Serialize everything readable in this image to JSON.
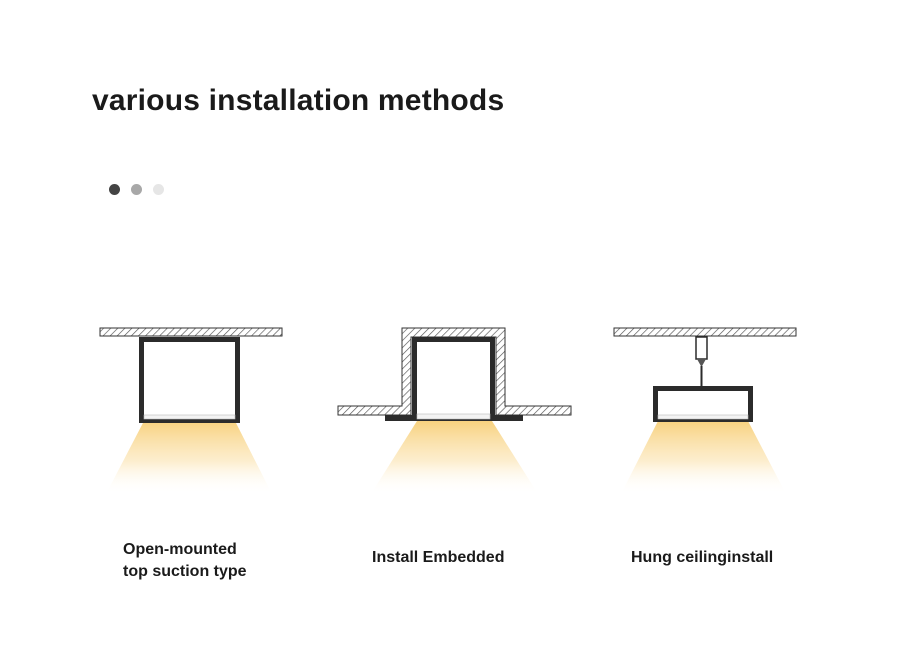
{
  "title": "various installation methods",
  "pagination": {
    "dots": [
      {
        "state": "active",
        "color": "#444444"
      },
      {
        "state": "inactive",
        "color": "#a8a8a8"
      },
      {
        "state": "inactive",
        "color": "#e6e6e6"
      }
    ]
  },
  "methods": [
    {
      "id": "open-mounted",
      "label_lines": [
        "Open-mounted",
        "top suction type"
      ]
    },
    {
      "id": "embedded",
      "label_lines": [
        "Install Embedded"
      ]
    },
    {
      "id": "hung",
      "label_lines": [
        "Hung ceilinginstall"
      ]
    }
  ],
  "colors": {
    "frame": "#2b2b2b",
    "hatch": "#555555",
    "light": "#f7cf78",
    "diffuser": "#f3f3f3"
  }
}
